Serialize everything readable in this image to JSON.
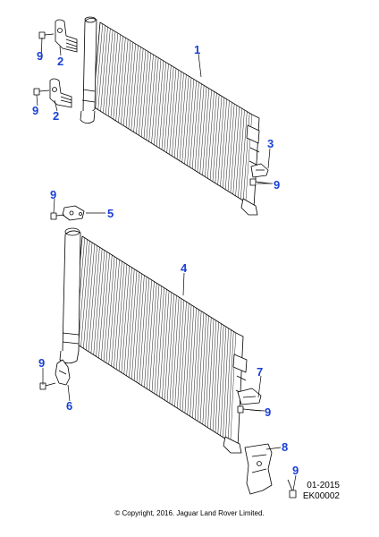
{
  "callouts": [
    {
      "id": "c1",
      "label": "1"
    },
    {
      "id": "c2a",
      "label": "2"
    },
    {
      "id": "c2b",
      "label": "2"
    },
    {
      "id": "c3",
      "label": "3"
    },
    {
      "id": "c4",
      "label": "4"
    },
    {
      "id": "c5",
      "label": "5"
    },
    {
      "id": "c6",
      "label": "6"
    },
    {
      "id": "c7",
      "label": "7"
    },
    {
      "id": "c8",
      "label": "8"
    },
    {
      "id": "c9a",
      "label": "9"
    },
    {
      "id": "c9b",
      "label": "9"
    },
    {
      "id": "c9c",
      "label": "9"
    },
    {
      "id": "c9d",
      "label": "9"
    },
    {
      "id": "c9e",
      "label": "9"
    },
    {
      "id": "c9f",
      "label": "9"
    },
    {
      "id": "c9g",
      "label": "9"
    }
  ],
  "reference": {
    "date": "01-2015",
    "code": "EK00002"
  },
  "copyright": "© Copyright, 2016. Jaguar Land Rover Limited.",
  "colors": {
    "callout": "#1a3fd6",
    "line": "#000000",
    "background": "#ffffff"
  }
}
